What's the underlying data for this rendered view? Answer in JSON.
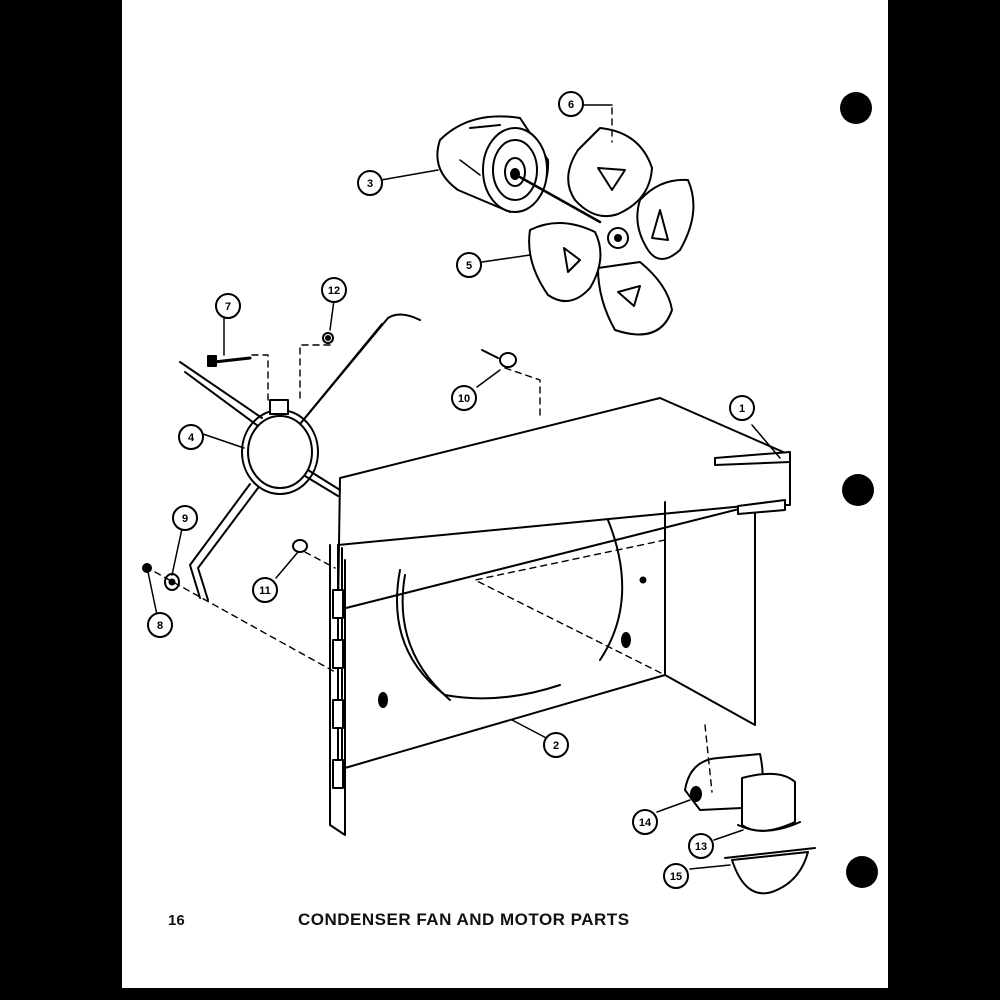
{
  "page": {
    "number": "16",
    "caption": "CONDENSER FAN AND MOTOR PARTS"
  },
  "callouts": [
    {
      "id": "1",
      "label": "1"
    },
    {
      "id": "2",
      "label": "2"
    },
    {
      "id": "3",
      "label": "3"
    },
    {
      "id": "4",
      "label": "4"
    },
    {
      "id": "5",
      "label": "5"
    },
    {
      "id": "6",
      "label": "6"
    },
    {
      "id": "7",
      "label": "7"
    },
    {
      "id": "8",
      "label": "8"
    },
    {
      "id": "9",
      "label": "9"
    },
    {
      "id": "10",
      "label": "10"
    },
    {
      "id": "11",
      "label": "11"
    },
    {
      "id": "12",
      "label": "12"
    },
    {
      "id": "13",
      "label": "13"
    },
    {
      "id": "14",
      "label": "14"
    },
    {
      "id": "15",
      "label": "15"
    }
  ],
  "colors": {
    "ink": "#000000",
    "paper": "#ffffff"
  }
}
